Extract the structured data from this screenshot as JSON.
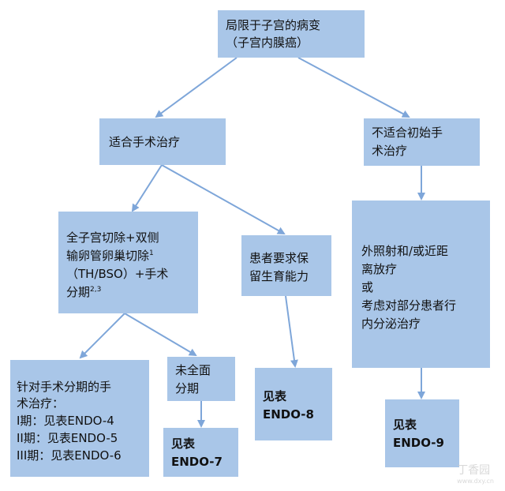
{
  "nodes": {
    "root": {
      "line1": "局限于子宫的病变",
      "line2": "（子宫内膜癌）"
    },
    "surgery_ok": {
      "line1": "适合手术治疗"
    },
    "surgery_not_ok": {
      "line1": "不适合初始手",
      "line2": "术治疗"
    },
    "th_bso": {
      "line1": "全子宫切除+双侧",
      "line2": "输卵管卵巢切除",
      "line2_sup": "1",
      "line3": "（TH/BSO）+手术",
      "line4": "分期",
      "line4_sup": "2,3"
    },
    "fertility": {
      "line1": "患者要求保",
      "line2": "留生育能力"
    },
    "radiation": {
      "line1": "外照射和/或近距",
      "line2": "离放疗",
      "line3": "或",
      "line4": "考虑对部分患者行",
      "line5": "内分泌治疗"
    },
    "staged": {
      "line1": "针对手术分期的手",
      "line2": "术治疗：",
      "line3": "I期：见表ENDO-4",
      "line4": "II期：见表ENDO-5",
      "line5": "III期：见表ENDO-6"
    },
    "incomplete": {
      "line1": "未全面",
      "line2": "分期"
    },
    "endo7": {
      "line1": "见表",
      "line2": "ENDO-7"
    },
    "endo8": {
      "line1": "见表",
      "line2": "ENDO-8"
    },
    "endo9": {
      "line1": "见表",
      "line2": "ENDO-9"
    }
  },
  "colors": {
    "box_fill": "#a9c6e8",
    "arrow": "#7ea6d9"
  },
  "watermark": {
    "brand": "丁香园",
    "url": "www.dxy.cn"
  }
}
